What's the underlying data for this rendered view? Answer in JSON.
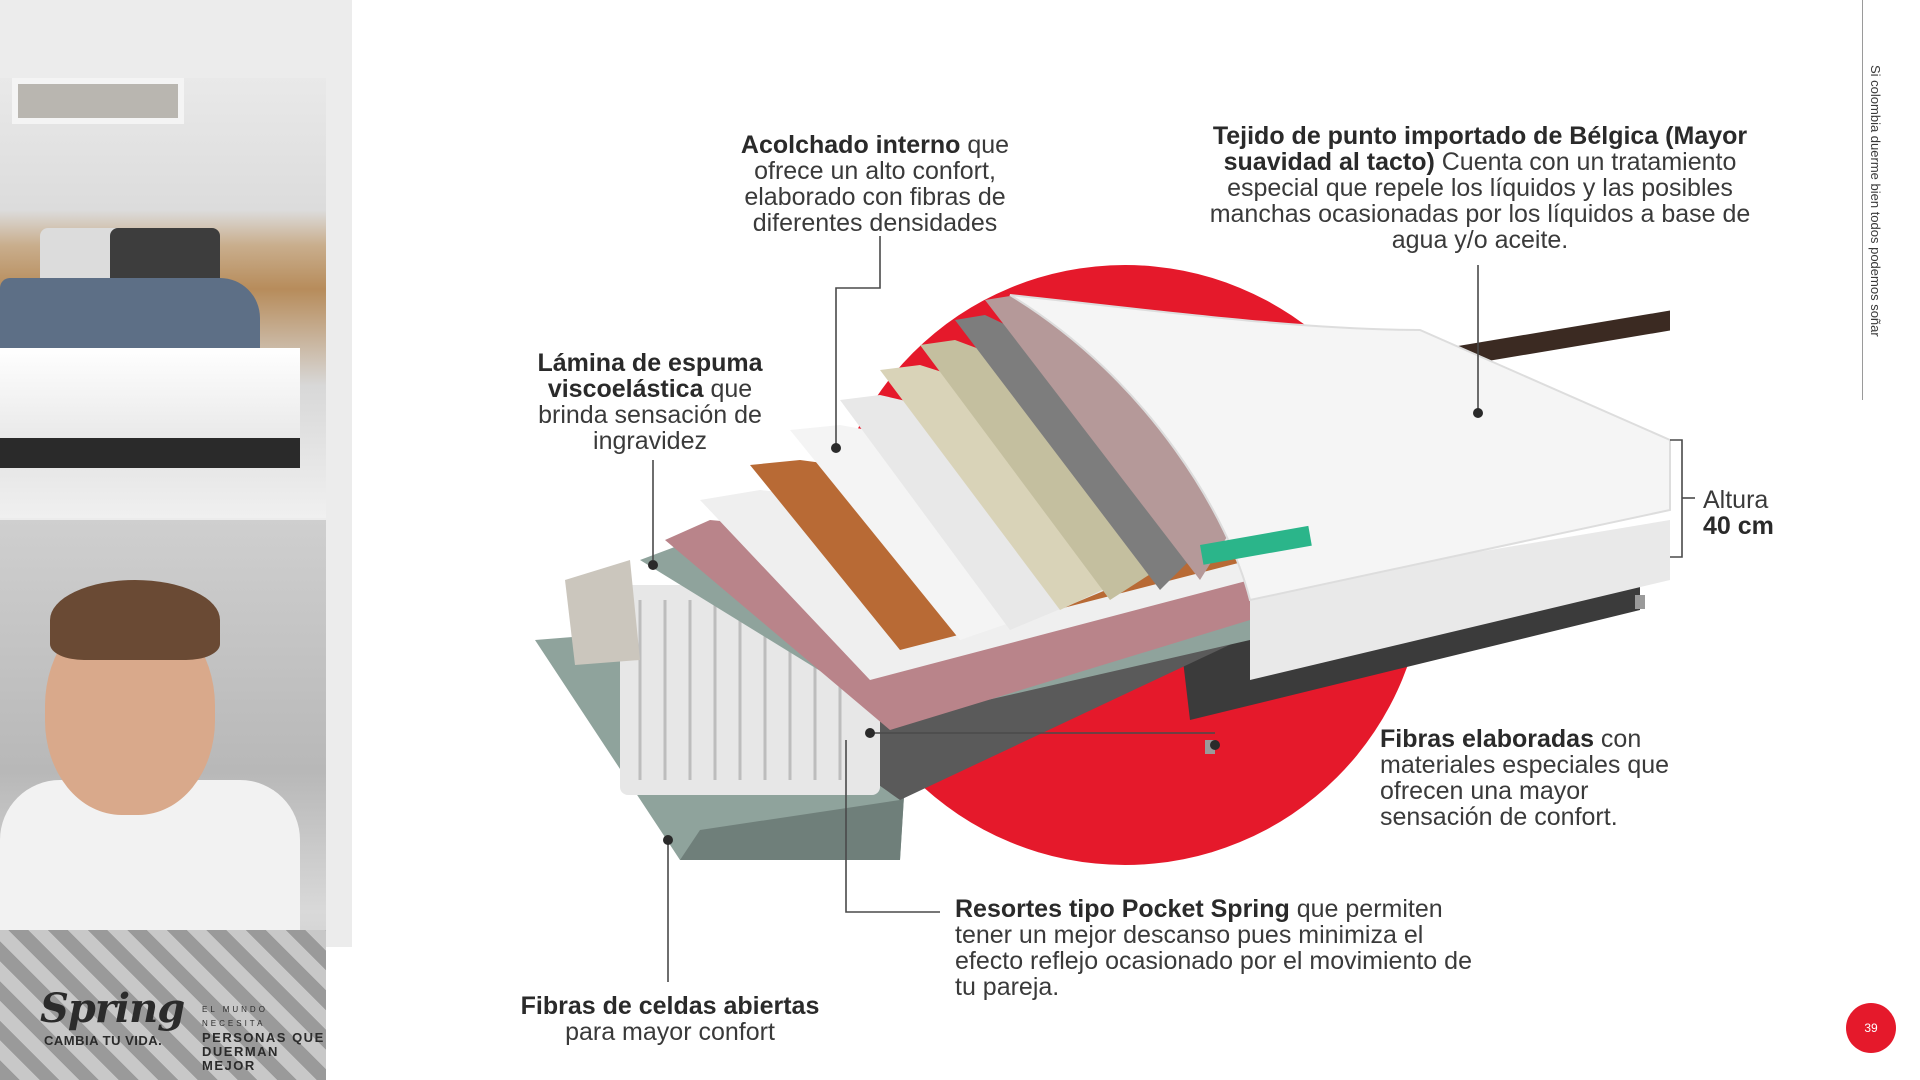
{
  "side_caption": "Si colombia duerme bien todos podemos soñar",
  "page_number": "39",
  "brand": {
    "logo_text": "Spring",
    "tagline": "CAMBIA TU VIDA.",
    "slogan_top": "EL MUNDO NECESITA",
    "slogan_main": "PERSONAS QUE DUERMAN MEJOR"
  },
  "colors": {
    "accent": "#e5192b",
    "text": "#3a3a3a"
  },
  "labels": {
    "acolchado": {
      "bold": "Acolchado interno",
      "text": " que ofrece un alto confort, elaborado con fibras de diferentes densidades"
    },
    "tejido": {
      "bold": "Tejido de punto importado de Bélgica (Mayor suavidad al tacto)",
      "text": " Cuenta con un tratamiento especial que repele los líquidos y las posibles manchas ocasionadas por los líquidos a base de agua y/o aceite."
    },
    "lamina": {
      "bold": "Lámina de espuma viscoelástica",
      "text": " que brinda sensación de ingravidez"
    },
    "altura": {
      "label": "Altura",
      "value": "40 cm"
    },
    "fibras_elaboradas": {
      "bold": "Fibras elaboradas",
      "text": " con materiales especiales que ofrecen una mayor sensación de confort."
    },
    "resortes": {
      "bold": "Resortes tipo Pocket Spring",
      "text": " que permiten tener un mejor descanso pues minimiza el efecto reflejo ocasionado por el movimiento de tu pareja."
    },
    "fibras_celdas": {
      "bold": "Fibras de celdas abiertas",
      "text": "para mayor confort"
    }
  }
}
